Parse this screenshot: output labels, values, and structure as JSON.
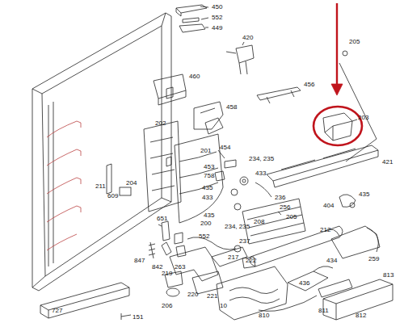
{
  "diagram": {
    "labels": [
      "450",
      "552",
      "449",
      "420",
      "205",
      "460",
      "456",
      "458",
      "203",
      "421",
      "202",
      "201",
      "454",
      "453",
      "758",
      "234, 235",
      "433",
      "236",
      "204",
      "211",
      "435",
      "433",
      "609",
      "435",
      "200",
      "256",
      "205",
      "208",
      "404",
      "435",
      "212",
      "234, 235",
      "237",
      "552",
      "651",
      "847",
      "842",
      "263",
      "217",
      "222",
      "219",
      "220",
      "221",
      "206",
      "10",
      "810",
      "434",
      "436",
      "259",
      "811",
      "812",
      "813",
      "727",
      "151"
    ]
  }
}
